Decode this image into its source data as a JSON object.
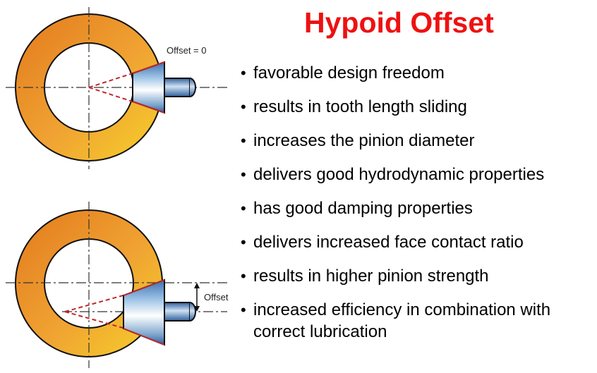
{
  "title": "Hypoid Offset",
  "diagrams": {
    "top_label": "Offset = 0",
    "bottom_label": "Offset"
  },
  "bullets": [
    "favorable design freedom",
    "results in tooth length sliding",
    "increases the pinion diameter",
    "delivers good hydrodynamic properties",
    "has good damping properties",
    "delivers increased face contact ratio",
    "results in higher pinion strength",
    "increased efficiency in combination with correct lubrication"
  ],
  "colors": {
    "title": "#ee1111",
    "ring_gear": "#f0a030",
    "pinion": "#4a7fb8",
    "cone_lines": "#c0282c"
  }
}
